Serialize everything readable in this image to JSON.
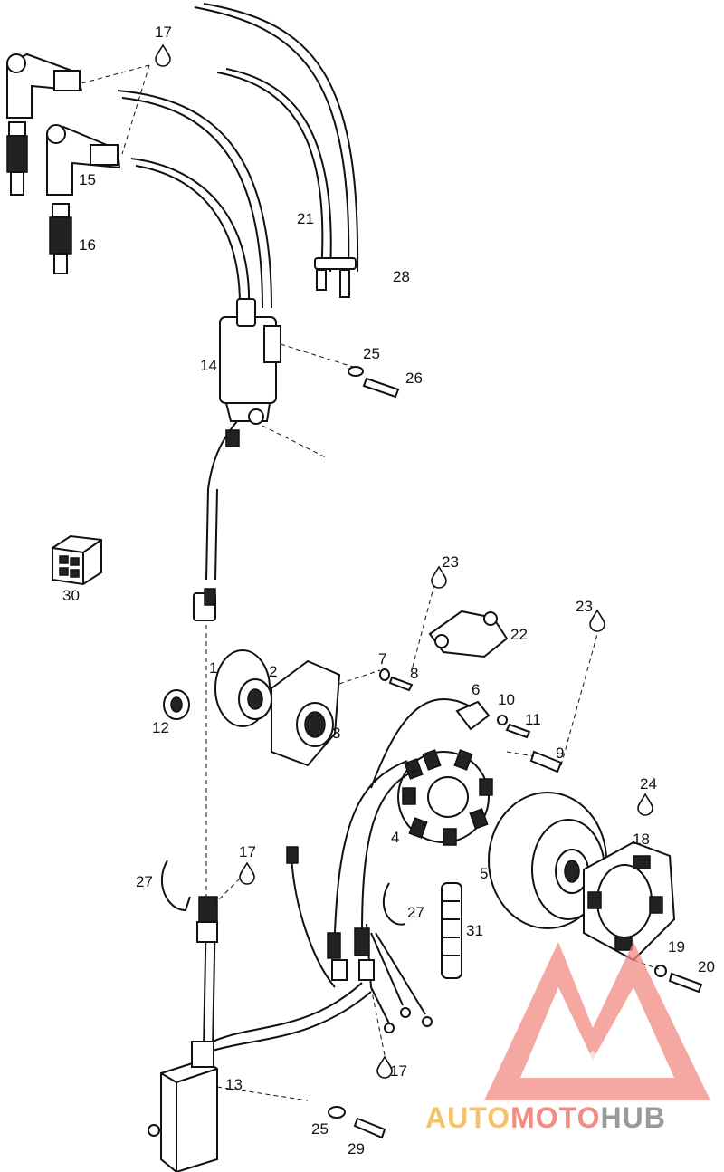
{
  "parts": {
    "p1": "1",
    "p2": "2",
    "p3": "3",
    "p4": "4",
    "p5": "5",
    "p6": "6",
    "p7": "7",
    "p8": "8",
    "p9": "9",
    "p10": "10",
    "p11": "11",
    "p12": "12",
    "p13": "13",
    "p14": "14",
    "p15": "15",
    "p16": "16",
    "p17a": "17",
    "p17b": "17",
    "p17c": "17",
    "p18": "18",
    "p19": "19",
    "p20": "20",
    "p21": "21",
    "p22": "22",
    "p23a": "23",
    "p23b": "23",
    "p24": "24",
    "p25a": "25",
    "p25b": "25",
    "p26": "26",
    "p27a": "27",
    "p27b": "27",
    "p28": "28",
    "p29": "29",
    "p30": "30",
    "p31": "31"
  },
  "watermark": {
    "part1": "AUTO",
    "part2": "MOTO",
    "part3": "HUB",
    "color1": "#f5c16a",
    "color2": "#f28b82",
    "color3": "#9a9a9a"
  }
}
